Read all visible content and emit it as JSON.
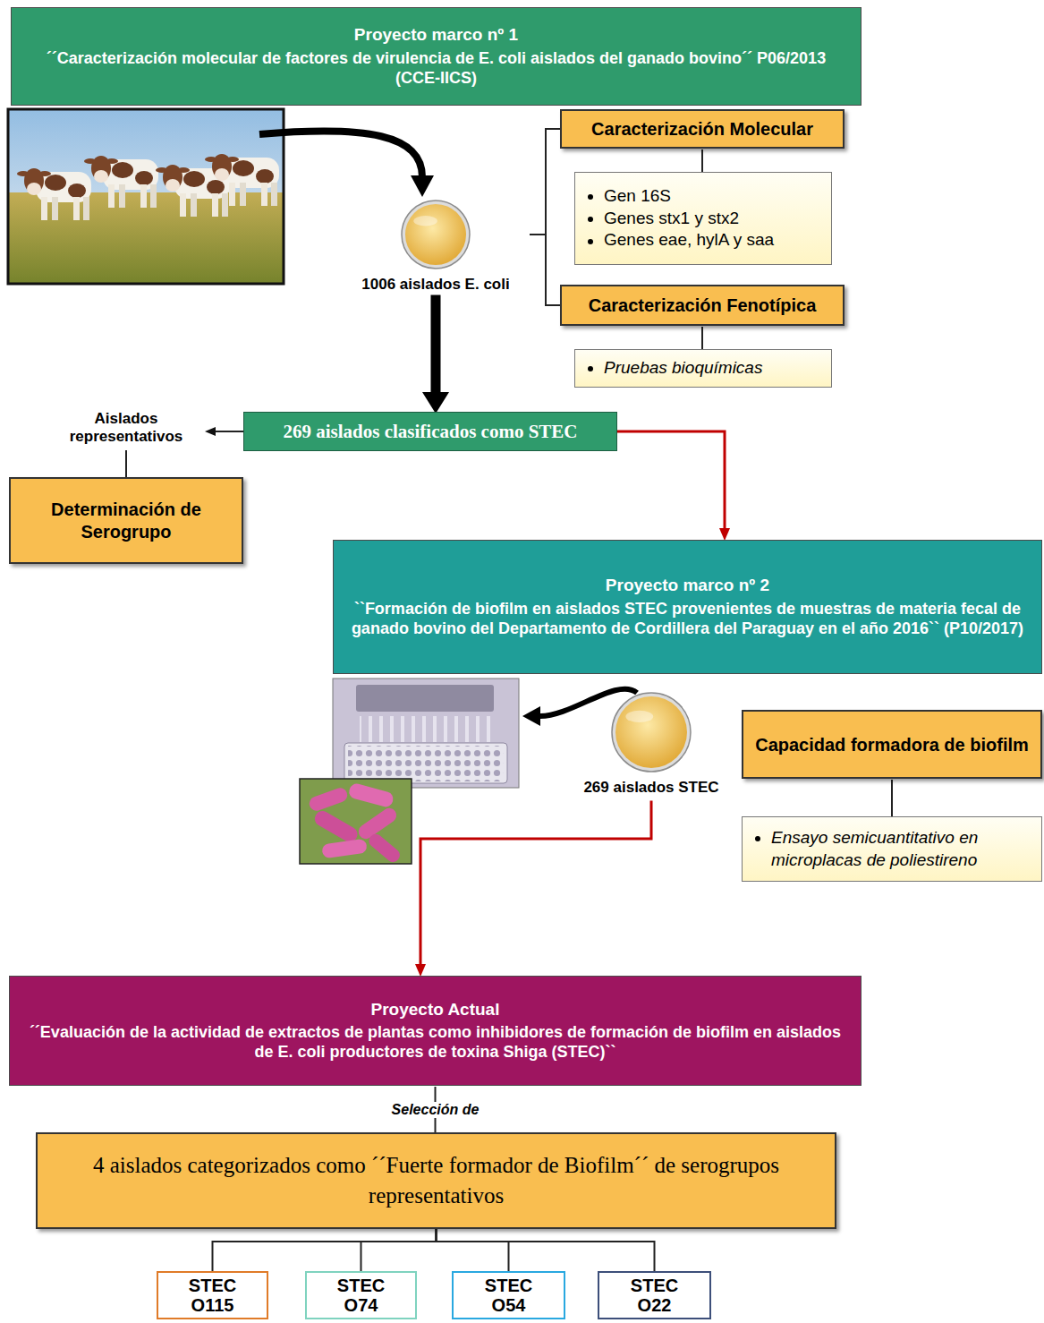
{
  "diagram": {
    "nodes": [
      {
        "text": [
          "Proyecto marco nº 1",
          "´´Caracterización molecular de factores de virulencia de E. coli aislados del ganado bovino´´ P06/2013 (CCE-IICS)"
        ]
      },
      {
        "text": [
          "1006 aislados E. coli"
        ]
      },
      {
        "text": [
          "Caracterización Molecular"
        ]
      },
      {
        "text": [
          "Gen 16S",
          "Genes stx1 y stx2",
          "Genes eae, hylA y saa"
        ]
      },
      {
        "text": [
          "Caracterización Fenotípica"
        ]
      },
      {
        "text": [
          "Pruebas bioquímicas"
        ]
      },
      {
        "text": [
          "269 aislados clasificados como STEC"
        ]
      },
      {
        "text": [
          "Aislados representativos",
          "Determinación de Serogrupo"
        ]
      },
      {
        "text": [
          "Proyecto marco nº 2",
          "``Formación de biofilm en aislados STEC provenientes de muestras de materia fecal de ganado bovino del Departamento de Cordillera del Paraguay en el año 2016`` (P10/2017)"
        ]
      },
      {
        "text": [
          "269 aislados STEC"
        ]
      },
      {
        "text": [
          "Capacidad formadora de biofilm"
        ]
      },
      {
        "text": [
          "Ensayo semicuantitativo en microplacas de poliestireno"
        ]
      },
      {
        "text": [
          "Proyecto Actual",
          "´´Evaluación de la actividad de extractos de plantas como inhibidores de formación de biofilm en aislados de E. coli productores de toxina Shiga (STEC)``"
        ]
      },
      {
        "text": [
          "4 aislados categorizados como ´´Fuerte formador de Biofilm´´ de serogrupos representativos"
        ]
      },
      {
        "text": [
          "STEC O115"
        ]
      },
      {
        "text": [
          "STEC O74"
        ]
      },
      {
        "text": [
          "STEC O54"
        ]
      },
      {
        "text": [
          "STEC O22"
        ]
      }
    ],
    "edges": [
      {
        "from": 1,
        "to": 2,
        "arrow": "none"
      },
      {
        "from": 1,
        "to": 4,
        "arrow": "none"
      },
      {
        "from": 2,
        "to": 3,
        "arrow": "none"
      },
      {
        "from": 4,
        "to": 5,
        "arrow": "none"
      },
      {
        "from": 1,
        "to": 6,
        "arrow": "to"
      },
      {
        "from": 6,
        "to": 7,
        "arrow": "to"
      },
      {
        "from": 6,
        "to": 8,
        "arrow": "to"
      },
      {
        "from": 10,
        "to": 11,
        "arrow": "none"
      },
      {
        "from": 9,
        "to": 12,
        "arrow": "to"
      },
      {
        "from": 12,
        "to": 13,
        "arrow": "none",
        "label": "Selección de"
      },
      {
        "from": 13,
        "to": 14,
        "arrow": "none"
      },
      {
        "from": 13,
        "to": 15,
        "arrow": "none"
      },
      {
        "from": 13,
        "to": 16,
        "arrow": "none"
      },
      {
        "from": 13,
        "to": 17,
        "arrow": "none"
      }
    ]
  }
}
